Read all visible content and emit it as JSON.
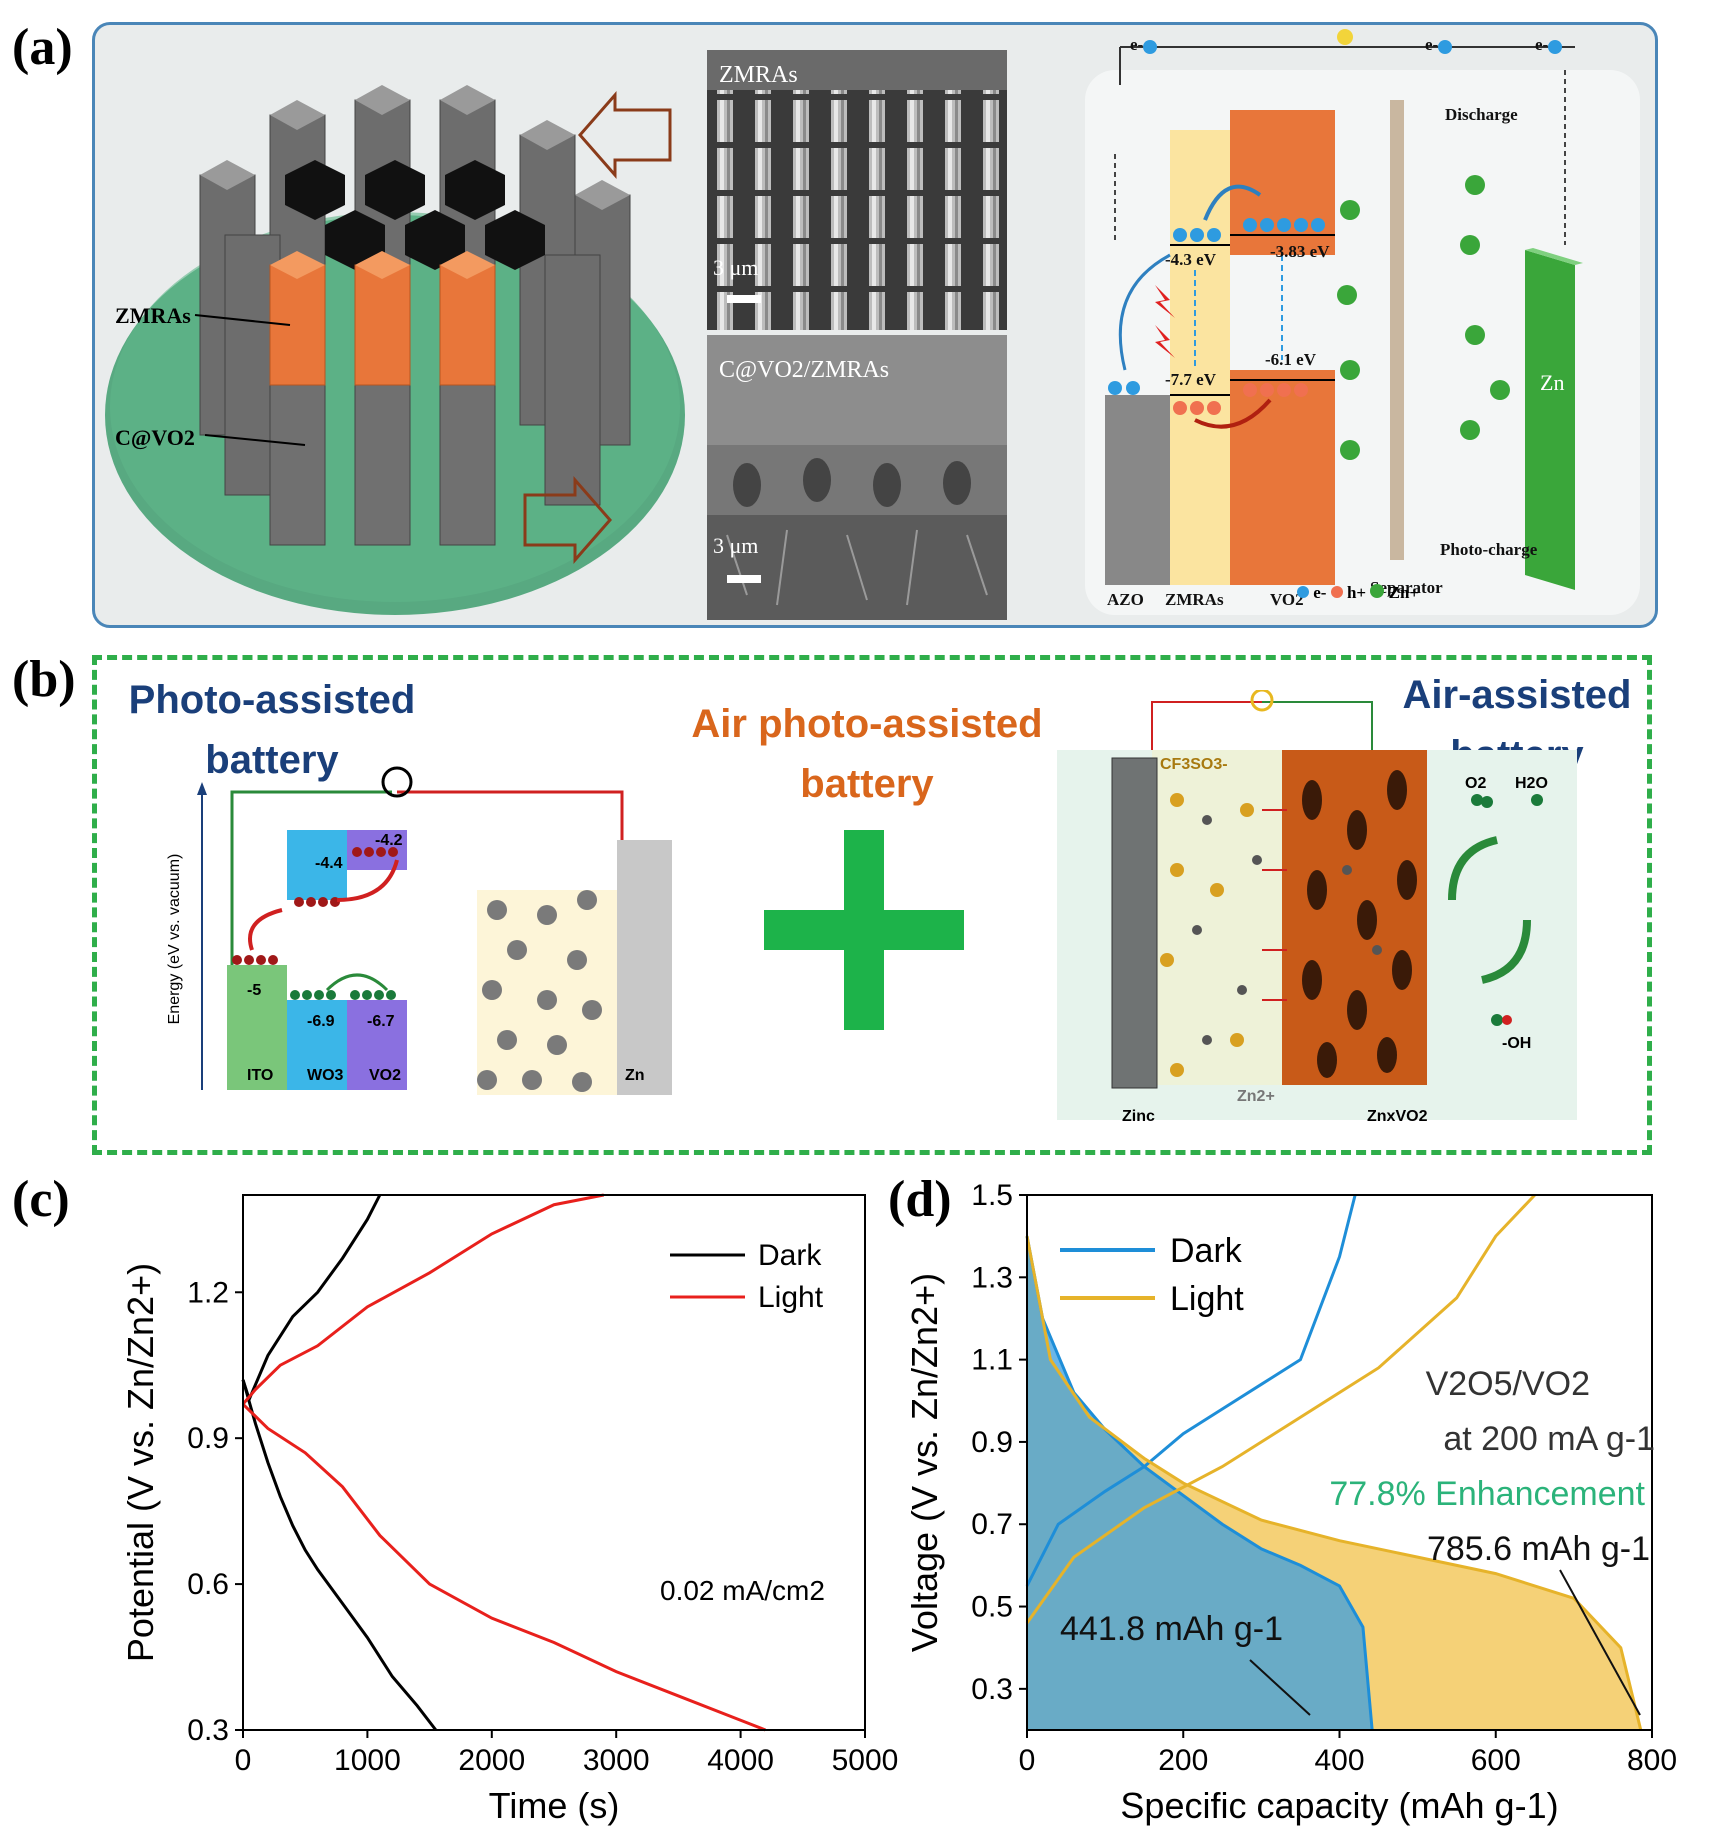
{
  "panels": {
    "a": "(a)",
    "b": "(b)",
    "c": "(c)",
    "d": "(d)"
  },
  "panel_a": {
    "labels": {
      "zmras": "ZMRAs",
      "cvo2": "C@VO2"
    },
    "sem_top": {
      "title": "ZMRAs",
      "scale": "3 μm"
    },
    "sem_bottom": {
      "title": "C@VO2/ZMRAs",
      "scale": "3 μm"
    },
    "band": {
      "levels": [
        "-4.3 eV",
        "-3.83 eV",
        "-7.7 eV",
        "-6.1 eV"
      ],
      "bottom_labels": [
        "AZO",
        "ZMRAs",
        "VO2"
      ],
      "discharge": "Discharge",
      "photo_charge": "Photo-charge",
      "separator": "Separator",
      "zn": "Zn",
      "electron": "e-",
      "legend": {
        "e": "e-",
        "h": "h+",
        "zn": "Zn+"
      }
    },
    "colors": {
      "border": "#4a86b8",
      "orange": "#e8763a",
      "zn_green": "#3aa63a"
    }
  },
  "panel_b": {
    "photo_title_1": "Photo-assisted",
    "photo_title_2": "battery",
    "air_photo_1": "Air photo-assisted",
    "air_photo_2": "battery",
    "air_title_1": "Air-assisted",
    "air_title_2": "battery",
    "energy_axis": "Energy (eV vs. vacuum)",
    "levels": {
      "ito": "-5",
      "wo3_cb": "-4.4",
      "vo2_cb": "-4.2",
      "wo3_vb": "-6.9",
      "vo2_vb": "-6.7"
    },
    "materials": [
      "ITO",
      "WO3",
      "VO2",
      "Zn"
    ],
    "right": {
      "cf3so3": "CF3SO3-",
      "zn2": "Zn2+",
      "zinc": "Zinc",
      "znxvo2": "ZnxVO2",
      "o2": "O2",
      "h2o": "H2O",
      "oh": "-OH"
    },
    "colors": {
      "dash": "#2fae4a",
      "plus": "#1db34a",
      "title_blue": "#1a3f7a",
      "title_orange": "#d9661c"
    }
  },
  "chart_data": [
    {
      "type": "line",
      "xlabel": "Time (s)",
      "ylabel": "Potential (V vs. Zn/Zn2+)",
      "xlim": [
        0,
        5000
      ],
      "ylim": [
        0.3,
        1.4
      ],
      "xticks": [
        0,
        1000,
        2000,
        3000,
        4000,
        5000
      ],
      "yticks": [
        0.3,
        0.6,
        0.9,
        1.2
      ],
      "annotation": "0.02 mA/cm2",
      "legend_position": "top-right",
      "series": [
        {
          "name": "Dark",
          "color": "#000000",
          "x": [
            0,
            50,
            200,
            400,
            600,
            800,
            1000,
            1100
          ],
          "y": [
            1.02,
            0.98,
            1.07,
            1.15,
            1.2,
            1.27,
            1.35,
            1.4
          ]
        },
        {
          "name": "Dark",
          "color": "#000000",
          "x": [
            0,
            100,
            200,
            300,
            400,
            500,
            600,
            800,
            1000,
            1200,
            1400,
            1550
          ],
          "y": [
            1.02,
            0.93,
            0.85,
            0.78,
            0.72,
            0.67,
            0.63,
            0.56,
            0.49,
            0.41,
            0.35,
            0.3
          ]
        },
        {
          "name": "Light",
          "color": "#e8201c",
          "x": [
            0,
            100,
            300,
            600,
            1000,
            1500,
            2000,
            2500,
            2900
          ],
          "y": [
            0.97,
            1.0,
            1.05,
            1.09,
            1.17,
            1.24,
            1.32,
            1.38,
            1.4
          ]
        },
        {
          "name": "Light",
          "color": "#e8201c",
          "x": [
            0,
            200,
            500,
            800,
            1100,
            1500,
            2000,
            2500,
            3000,
            3500,
            4000,
            4200
          ],
          "y": [
            0.97,
            0.92,
            0.87,
            0.8,
            0.7,
            0.6,
            0.53,
            0.48,
            0.42,
            0.37,
            0.32,
            0.3
          ]
        }
      ]
    },
    {
      "type": "area",
      "xlabel": "Specific capacity (mAh g-1)",
      "ylabel": "Voltage (V vs. Zn/Zn2+)",
      "xlim": [
        0,
        800
      ],
      "ylim": [
        0.2,
        1.5
      ],
      "xticks": [
        0,
        200,
        400,
        600,
        800
      ],
      "yticks": [
        0.3,
        0.5,
        0.7,
        0.9,
        1.1,
        1.3,
        1.5
      ],
      "legend_position": "top-left",
      "annotations": [
        "V2O5/VO2",
        "at 200 mA g-1",
        "77.8% Enhancement",
        "785.6 mAh g-1",
        "441.8 mAh g-1"
      ],
      "series": [
        {
          "name": "Dark",
          "color": "#1e8ed8",
          "x": [
            0,
            20,
            60,
            100,
            150,
            200,
            250,
            300,
            350,
            400,
            430,
            441.8
          ],
          "y": [
            1.4,
            1.2,
            1.02,
            0.93,
            0.84,
            0.77,
            0.7,
            0.64,
            0.6,
            0.55,
            0.45,
            0.2
          ]
        },
        {
          "name": "Dark",
          "color": "#1e8ed8",
          "x": [
            0,
            40,
            100,
            150,
            200,
            250,
            300,
            350,
            400,
            420
          ],
          "y": [
            0.55,
            0.7,
            0.78,
            0.84,
            0.92,
            0.98,
            1.04,
            1.1,
            1.35,
            1.5
          ]
        },
        {
          "name": "Light",
          "color": "#e6b32a",
          "x": [
            0,
            30,
            80,
            150,
            200,
            300,
            400,
            500,
            600,
            700,
            760,
            785.6
          ],
          "y": [
            1.4,
            1.1,
            0.96,
            0.86,
            0.8,
            0.71,
            0.66,
            0.62,
            0.58,
            0.52,
            0.4,
            0.2
          ]
        },
        {
          "name": "Light",
          "color": "#e6b32a",
          "x": [
            0,
            60,
            150,
            250,
            350,
            450,
            550,
            600,
            650
          ],
          "y": [
            0.46,
            0.62,
            0.74,
            0.84,
            0.96,
            1.08,
            1.25,
            1.4,
            1.5
          ]
        }
      ]
    }
  ]
}
